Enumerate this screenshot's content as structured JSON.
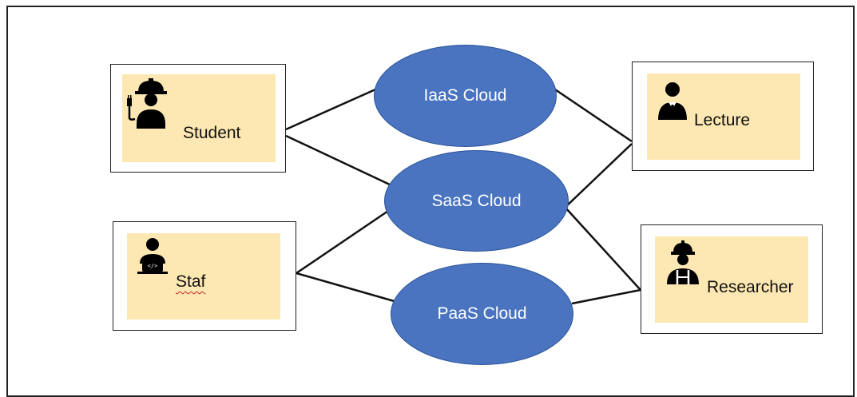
{
  "actors": {
    "student": {
      "label": "Student",
      "icon": "worker-with-plug-icon"
    },
    "staf": {
      "label": "Staf",
      "icon": "person-at-laptop-icon"
    },
    "lecture": {
      "label": "Lecture",
      "icon": "businessman-icon"
    },
    "researcher": {
      "label": "Researcher",
      "icon": "engineer-with-hardhat-icon"
    }
  },
  "clouds": {
    "iaas": {
      "label": "IaaS Cloud"
    },
    "saas": {
      "label": "SaaS Cloud"
    },
    "paas": {
      "label": "PaaS Cloud"
    }
  },
  "colors": {
    "cloud_fill": "#4a74c0",
    "cloud_border": "#2b5398",
    "actor_fill": "#fde8b3",
    "line": "#111111"
  },
  "connections": [
    [
      "student",
      "iaas"
    ],
    [
      "student",
      "saas"
    ],
    [
      "staf",
      "saas"
    ],
    [
      "staf",
      "paas"
    ],
    [
      "iaas",
      "lecture"
    ],
    [
      "saas",
      "lecture"
    ],
    [
      "saas",
      "researcher"
    ],
    [
      "paas",
      "researcher"
    ]
  ]
}
